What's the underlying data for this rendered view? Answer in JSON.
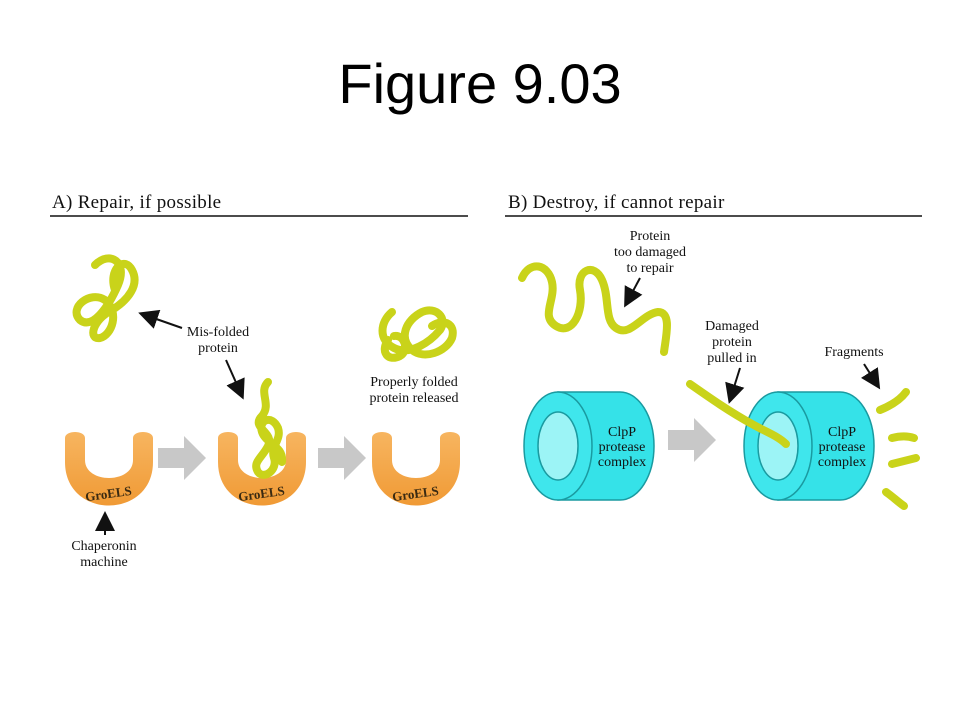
{
  "title": "Figure 9.03",
  "panel_a": {
    "header": "A) Repair, if possible",
    "misfolded_label": [
      "Mis-folded",
      "protein"
    ],
    "released_label": [
      "Properly folded",
      "protein released"
    ],
    "chaperonin_label": [
      "Chaperonin",
      "machine"
    ],
    "cup_label": "GroELS"
  },
  "panel_b": {
    "header": "B) Destroy, if cannot repair",
    "damaged_label": [
      "Protein",
      "too damaged",
      "to repair"
    ],
    "pulled_label": [
      "Damaged",
      "protein",
      "pulled in"
    ],
    "fragments_label": "Fragments",
    "complex_label": [
      "ClpP",
      "protease",
      "complex"
    ]
  },
  "colors": {
    "protein": "#c9d31a",
    "cup": "#f5a94a",
    "barrel": "#35e2e8",
    "arrow": "#c8c8c8"
  }
}
